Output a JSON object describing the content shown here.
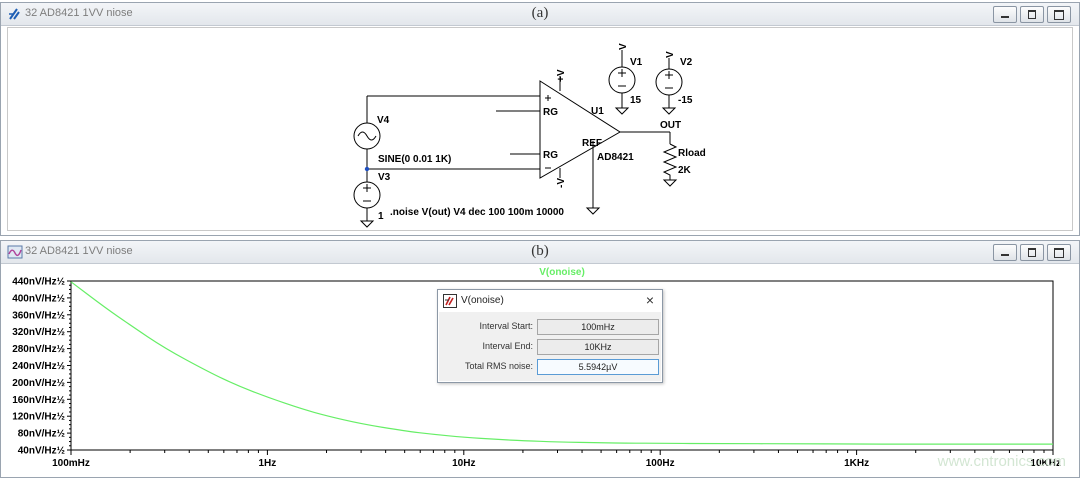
{
  "schematic_window": {
    "title": "32 AD8421 1VV niose",
    "panel_label": "(a)",
    "icon": "ltspice-schematic-icon",
    "labels": {
      "v4": "V4",
      "v3": "V3",
      "v3_value": "1",
      "sine": "SINE(0 0.01 1K)",
      "v1": "V1",
      "v1_value": "15",
      "v2": "V2",
      "v2_value": "-15",
      "u1": "U1",
      "part": "AD8421",
      "rg1": "RG",
      "rg2": "RG",
      "ref": "REF",
      "out": "OUT",
      "rload": "Rload",
      "rload_value": "2K",
      "vplus": "+V",
      "vminus": "-V",
      "vpin_top": "V",
      "vpin_bot": "V",
      "v1_top": "V",
      "v2_top": "V",
      "directive": ".noise V(out) V4 dec 100 100m 10000"
    }
  },
  "plot_window": {
    "title": "32 AD8421 1VV niose",
    "panel_label": "(b)",
    "icon": "ltspice-waveform-icon",
    "trace_label": "V(onoise)",
    "trace_color": "#66ee66"
  },
  "chart_data": {
    "type": "line",
    "title": "V(onoise)",
    "xscale": "log",
    "xlim": [
      0.1,
      10000
    ],
    "ylim": [
      40,
      440
    ],
    "yticks": [
      "440nV/Hz½",
      "400nV/Hz½",
      "360nV/Hz½",
      "320nV/Hz½",
      "280nV/Hz½",
      "240nV/Hz½",
      "200nV/Hz½",
      "160nV/Hz½",
      "120nV/Hz½",
      "80nV/Hz½",
      "40nV/Hz½"
    ],
    "xticks": [
      "100mHz",
      "1Hz",
      "10Hz",
      "100Hz",
      "1KHz",
      "10KHz"
    ],
    "series": [
      {
        "name": "V(onoise)",
        "color": "#66ee66",
        "x": [
          0.1,
          0.15,
          0.2,
          0.3,
          0.5,
          0.7,
          1,
          1.5,
          2,
          3,
          5,
          7,
          10,
          15,
          20,
          30,
          50,
          70,
          100,
          200,
          500,
          1000,
          2000,
          5000,
          10000
        ],
        "y": [
          438,
          376,
          336,
          281,
          225,
          193,
          165,
          137,
          121,
          102,
          85,
          77,
          70,
          65,
          62,
          59,
          57,
          56,
          56,
          55,
          55,
          54,
          54,
          54,
          54
        ]
      }
    ],
    "grid": false
  },
  "dialog": {
    "title": "V(onoise)",
    "close": "×",
    "rows": [
      {
        "label": "Interval Start:",
        "value": "100mHz"
      },
      {
        "label": "Interval End:",
        "value": "10KHz"
      },
      {
        "label": "Total RMS noise:",
        "value": "5.5942µV"
      }
    ]
  },
  "watermark": "www.cntronics.com"
}
